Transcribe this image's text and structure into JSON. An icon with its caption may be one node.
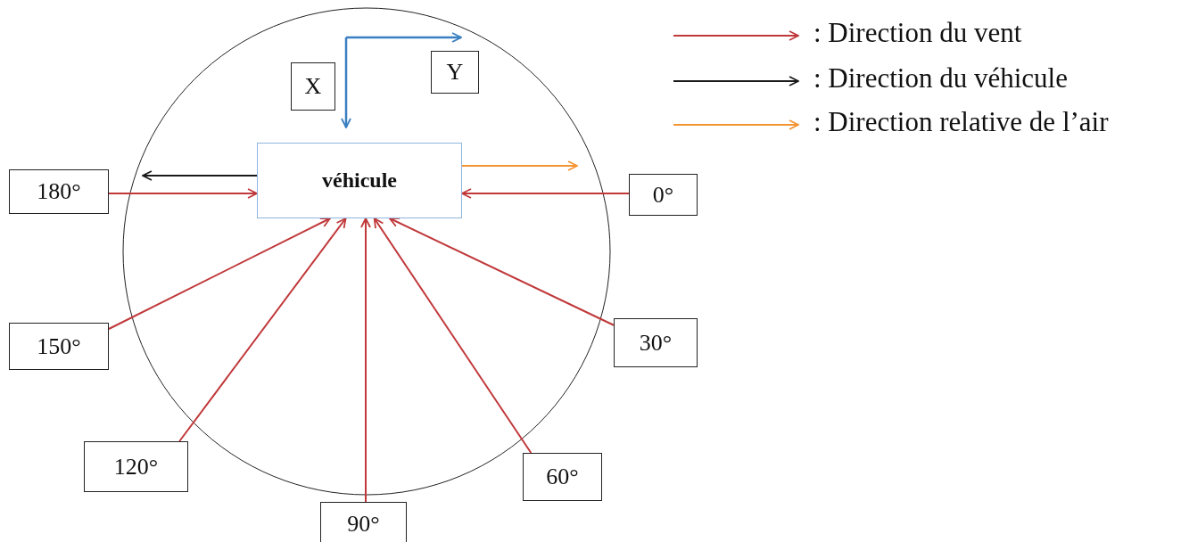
{
  "diagram": {
    "nodes": [
      {
        "text": [
          "Y"
        ]
      },
      {
        "text": [
          "X"
        ]
      },
      {
        "text": [
          "véhicule"
        ]
      },
      {
        "text": [
          "180°"
        ]
      },
      {
        "text": [
          "0°"
        ]
      },
      {
        "text": [
          "150°"
        ]
      },
      {
        "text": [
          "30°"
        ]
      },
      {
        "text": [
          "120°"
        ]
      },
      {
        "text": [
          "60°"
        ]
      },
      {
        "text": [
          "90°"
        ]
      }
    ],
    "edges": [
      {
        "from": 3,
        "to": 2,
        "arrow": "to"
      },
      {
        "from": 2,
        "to": null,
        "arrow": "to",
        "color": "#1a1a1a"
      },
      {
        "from": 2,
        "to": null,
        "arrow": "to",
        "color": "#f39433"
      },
      {
        "from": 4,
        "to": 2,
        "arrow": "to"
      },
      {
        "from": 5,
        "to": 2,
        "arrow": "to"
      },
      {
        "from": 7,
        "to": 2,
        "arrow": "to"
      },
      {
        "from": 9,
        "to": 2,
        "arrow": "to"
      },
      {
        "from": 8,
        "to": 2,
        "arrow": "to"
      },
      {
        "from": 6,
        "to": 2,
        "arrow": "to"
      }
    ],
    "legend": [
      {
        "text": ": Direction du vent"
      },
      {
        "text": ": Direction du véhicule"
      },
      {
        "text": ": Direction relative de l’air"
      }
    ]
  }
}
